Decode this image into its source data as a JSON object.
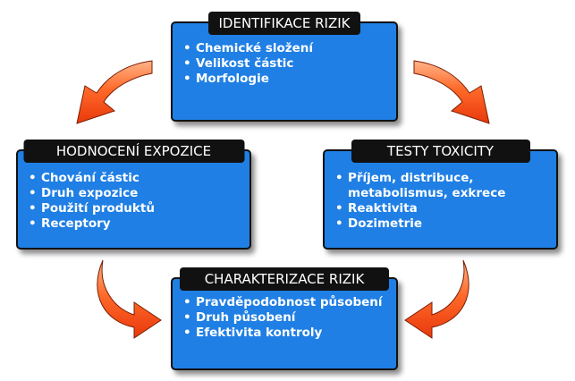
{
  "colors": {
    "box": "#1f7fe4",
    "header": "#111111",
    "arrow": "#ff5a1a"
  },
  "boxes": {
    "identifikace": {
      "title": "IDENTIFIKACE RIZIK",
      "items": [
        "Chemické složení",
        "Velikost částic",
        "Morfologie"
      ]
    },
    "hodnoceni": {
      "title": "HODNOCENÍ EXPOZICE",
      "items": [
        "Chování částic",
        "Druh expozice",
        "Použití produktů",
        "Receptory"
      ]
    },
    "testy": {
      "title": "TESTY TOXICITY",
      "items": [
        "Příjem, distribuce,",
        "metabolismus, exkrece",
        "Reaktivita",
        "Dozimetrie"
      ]
    },
    "charakterizace": {
      "title": "CHARAKTERIZACE RIZIK",
      "items": [
        "Pravděpodobnost působení",
        "Druh působení",
        "Efektivita kontroly"
      ]
    }
  }
}
